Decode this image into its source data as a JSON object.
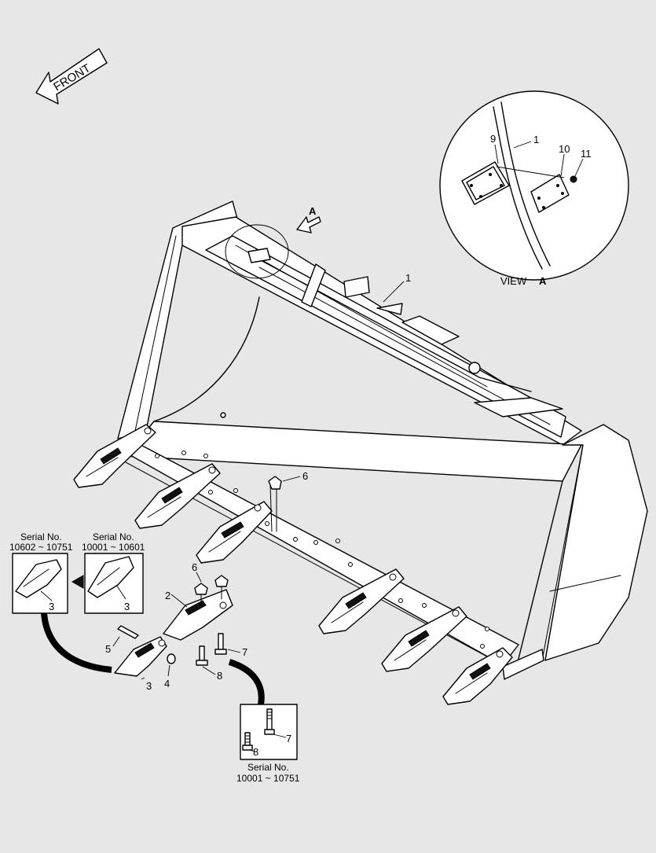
{
  "direction_arrow": {
    "label": "FRONT"
  },
  "view_marker": {
    "letter": "A"
  },
  "view_detail": {
    "caption_prefix": "VIEW",
    "caption_letter": "A"
  },
  "callouts": {
    "bucket_main": "1",
    "detail_bucket": "1",
    "detail_plate": "9",
    "detail_cover": "10",
    "detail_bolt": "11",
    "adapter": "2",
    "tooth_pin": "5",
    "tooth": "3",
    "retainer": "4",
    "nut_upper": "6",
    "nut_adapter": "6",
    "bolt_7": "7",
    "bolt_8": "8",
    "inset_tooth_left": "3",
    "inset_tooth_right": "3",
    "inset_bolt_7": "7",
    "inset_bolt_8": "8"
  },
  "serial_boxes": {
    "left": {
      "title": "Serial No.",
      "range": "10602 ~ 10751"
    },
    "right": {
      "title": "Serial No.",
      "range": "10001 ~ 10601"
    },
    "bolts": {
      "title": "Serial No.",
      "range": "10001 ~ 10751"
    }
  },
  "colors": {
    "background": "#e7e7e7",
    "line": "#000000",
    "fill": "#ffffff"
  },
  "icons": {
    "front": "front-arrow-icon",
    "view": "view-direction-arrow-icon",
    "switch": "triangle-pointer-icon"
  }
}
